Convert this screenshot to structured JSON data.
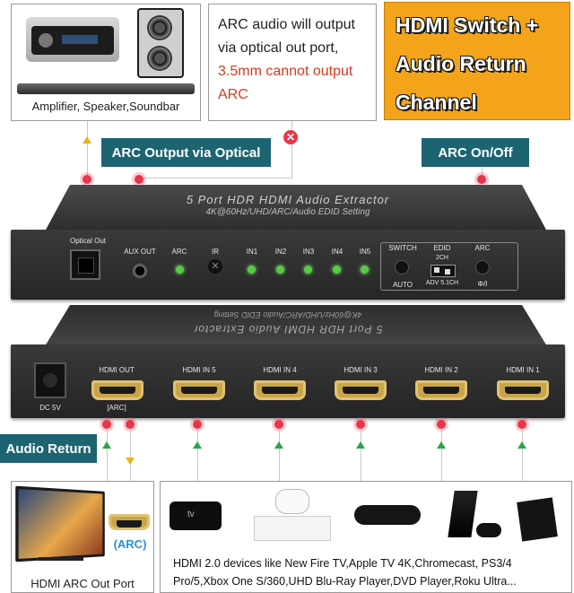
{
  "top_left_box": {
    "caption": "Amplifier, Speaker,Soundbar"
  },
  "top_middle_box": {
    "line1": "ARC audio will output",
    "line2": "via optical out port,",
    "line3": "3.5mm cannot output",
    "line4": "ARC"
  },
  "title_box": {
    "line1": "HDMI Switch +",
    "line2": "Audio Return",
    "line3": "Channel"
  },
  "tags": {
    "arc_output_optical": "ARC Output via Optical",
    "arc_on_off": "ARC On/Off",
    "audio_return": "Audio Return"
  },
  "front_panel": {
    "title": "5 Port HDR HDMI Audio Extractor",
    "subtitle": "4K@60Hz/UHD/ARC/Audio EDID Setting",
    "labels": {
      "optical_out": "Optical Out",
      "aux_out": "AUX OUT",
      "arc": "ARC",
      "ir": "IR",
      "in1": "IN1",
      "in2": "IN2",
      "in3": "IN3",
      "in4": "IN4",
      "in5": "IN5",
      "switch": "SWITCH",
      "auto": "AUTO",
      "edid": "EDID",
      "edid_2ch": "2CH",
      "edid_adv": "ADV 5.1CH",
      "arc_btn": "ARC",
      "power": "Φ/I"
    }
  },
  "back_panel": {
    "top_text": "5 Port HDR HDMI Audio Extractor",
    "sub_text": "4K@60Hz/UHD/ARC/Audio EDID Setting",
    "dc": "DC 5V",
    "hdmi_out": "HDMI OUT",
    "arc": "[ARC]",
    "ports": [
      "HDMI IN 5",
      "HDMI IN 4",
      "HDMI IN 3",
      "HDMI IN 2",
      "HDMI IN 1"
    ]
  },
  "bottom_left_box": {
    "arc_label": "(ARC)",
    "caption": "HDMI ARC Out Port"
  },
  "bottom_right_box": {
    "appletv_logo": "tv",
    "line1": "HDMI 2.0 devices like New Fire TV,Apple TV 4K,Chromecast, PS3/4",
    "line2": "Pro/5,Xbox One S/360,UHD Blu-Ray Player,DVD Player,Roku Ultra..."
  },
  "colors": {
    "tag_bg": "#1d6472",
    "title_bg": "#f3a41b",
    "warning_red": "#d83a1f",
    "dot_red": "#e8354a",
    "arrow_green": "#2aa64a",
    "arrow_yellow": "#e8b417"
  }
}
